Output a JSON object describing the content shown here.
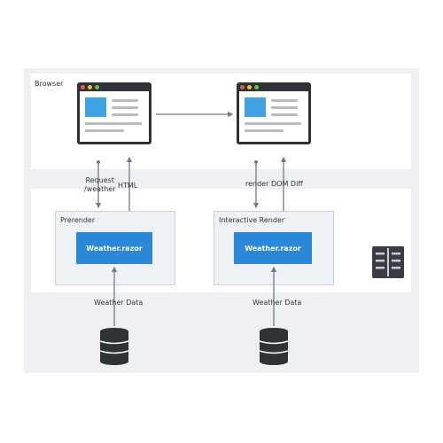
{
  "browser": {
    "label": "Browser"
  },
  "server": {
    "prerender": {
      "label": "Prerender",
      "component": "Weather.razor"
    },
    "interactive": {
      "label": "Interactive Render",
      "component": "Weather.razor"
    }
  },
  "arrows": {
    "left_up": "Request\n/weather",
    "left_down": "HTML",
    "right_down": "render",
    "right_up": "DOM Diff"
  },
  "data_sources": {
    "left_label": "Weather Data",
    "right_label": "Weather Data"
  },
  "icons": {
    "browser_window": "browser-window-icon",
    "database": "database-icon",
    "server_rack": "server-rack-icon"
  },
  "colors": {
    "accent": "#2b87d8",
    "window_image": "#3ea3e0",
    "dark": "#2f3338",
    "arrow": "#7a8591",
    "dot_red": "#e55b4d",
    "dot_yellow": "#e8c53a",
    "dot_green": "#61c554"
  }
}
